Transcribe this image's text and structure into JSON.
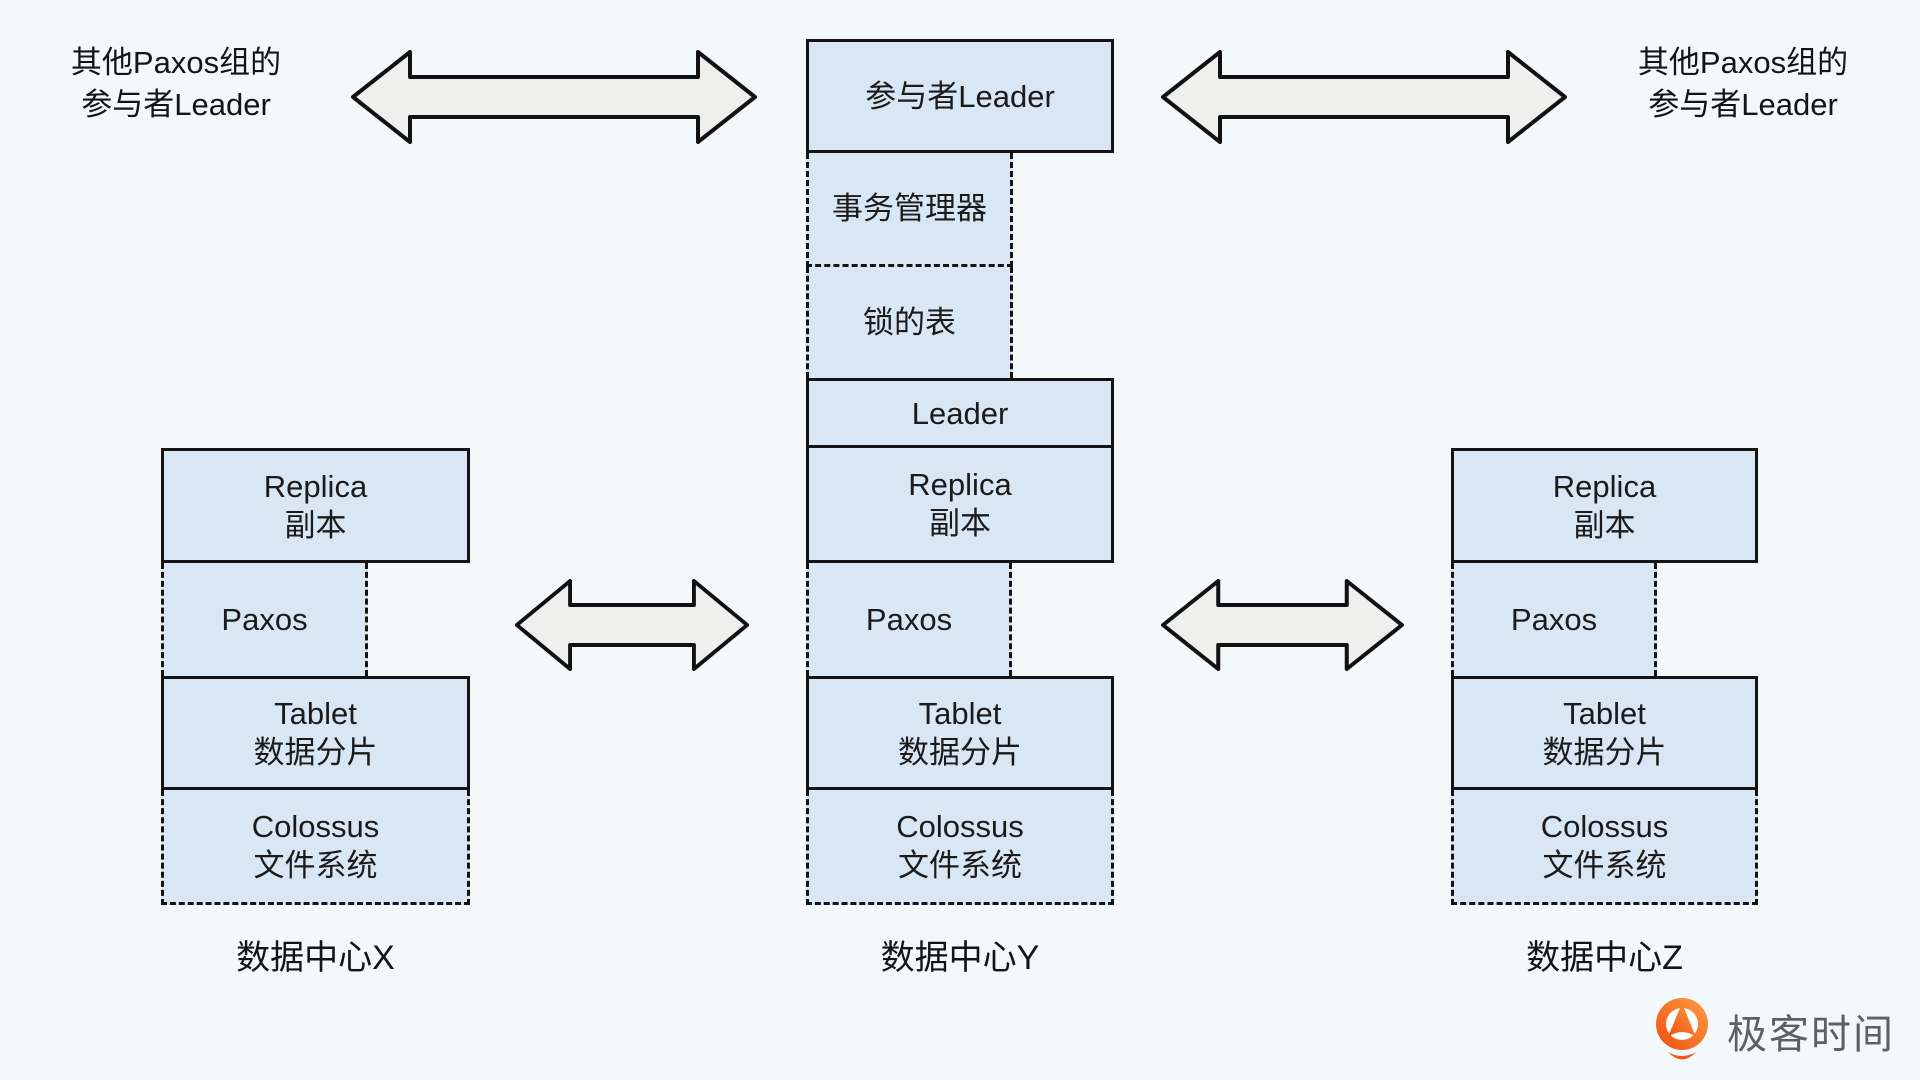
{
  "side_notes": {
    "left": {
      "line1": "其他Paxos组的",
      "line2": "参与者Leader"
    },
    "right": {
      "line1": "其他Paxos组的",
      "line2": "参与者Leader"
    }
  },
  "columns": [
    {
      "label": "数据中心X",
      "boxes": [
        {
          "line1": "Replica",
          "line2": "副本",
          "style": "solid"
        },
        {
          "line1": "Paxos",
          "style": "dashed"
        },
        {
          "line1": "Tablet",
          "line2": "数据分片",
          "style": "solid"
        },
        {
          "line1": "Colossus",
          "line2": "文件系统",
          "style": "dashed"
        }
      ]
    },
    {
      "label": "数据中心Y",
      "boxes": [
        {
          "line1": "参与者Leader",
          "style": "solid"
        },
        {
          "line1": "事务管理器",
          "style": "dashed"
        },
        {
          "line1": "锁的表",
          "style": "dashed"
        },
        {
          "line1": "Leader",
          "style": "solid"
        },
        {
          "line1": "Replica",
          "line2": "副本",
          "style": "solid"
        },
        {
          "line1": "Paxos",
          "style": "dashed"
        },
        {
          "line1": "Tablet",
          "line2": "数据分片",
          "style": "solid"
        },
        {
          "line1": "Colossus",
          "line2": "文件系统",
          "style": "dashed"
        }
      ]
    },
    {
      "label": "数据中心Z",
      "boxes": [
        {
          "line1": "Replica",
          "line2": "副本",
          "style": "solid"
        },
        {
          "line1": "Paxos",
          "style": "dashed"
        },
        {
          "line1": "Tablet",
          "line2": "数据分片",
          "style": "solid"
        },
        {
          "line1": "Colossus",
          "line2": "文件系统",
          "style": "dashed"
        }
      ]
    }
  ],
  "arrows": [
    {
      "name": "top-left",
      "type": "double-horizontal"
    },
    {
      "name": "top-right",
      "type": "double-horizontal"
    },
    {
      "name": "mid-left",
      "type": "double-horizontal"
    },
    {
      "name": "mid-right",
      "type": "double-horizontal"
    }
  ],
  "logo": {
    "text": "极客时间"
  },
  "colors": {
    "background": "#f3f8fa",
    "box_fill": "#d9e6f3",
    "box_border": "#141414",
    "arrow_fill": "#efefed",
    "logo_orange_dark": "#ee4f12",
    "logo_orange_light": "#ff9e40",
    "logo_text_gray": "#5d6167"
  }
}
